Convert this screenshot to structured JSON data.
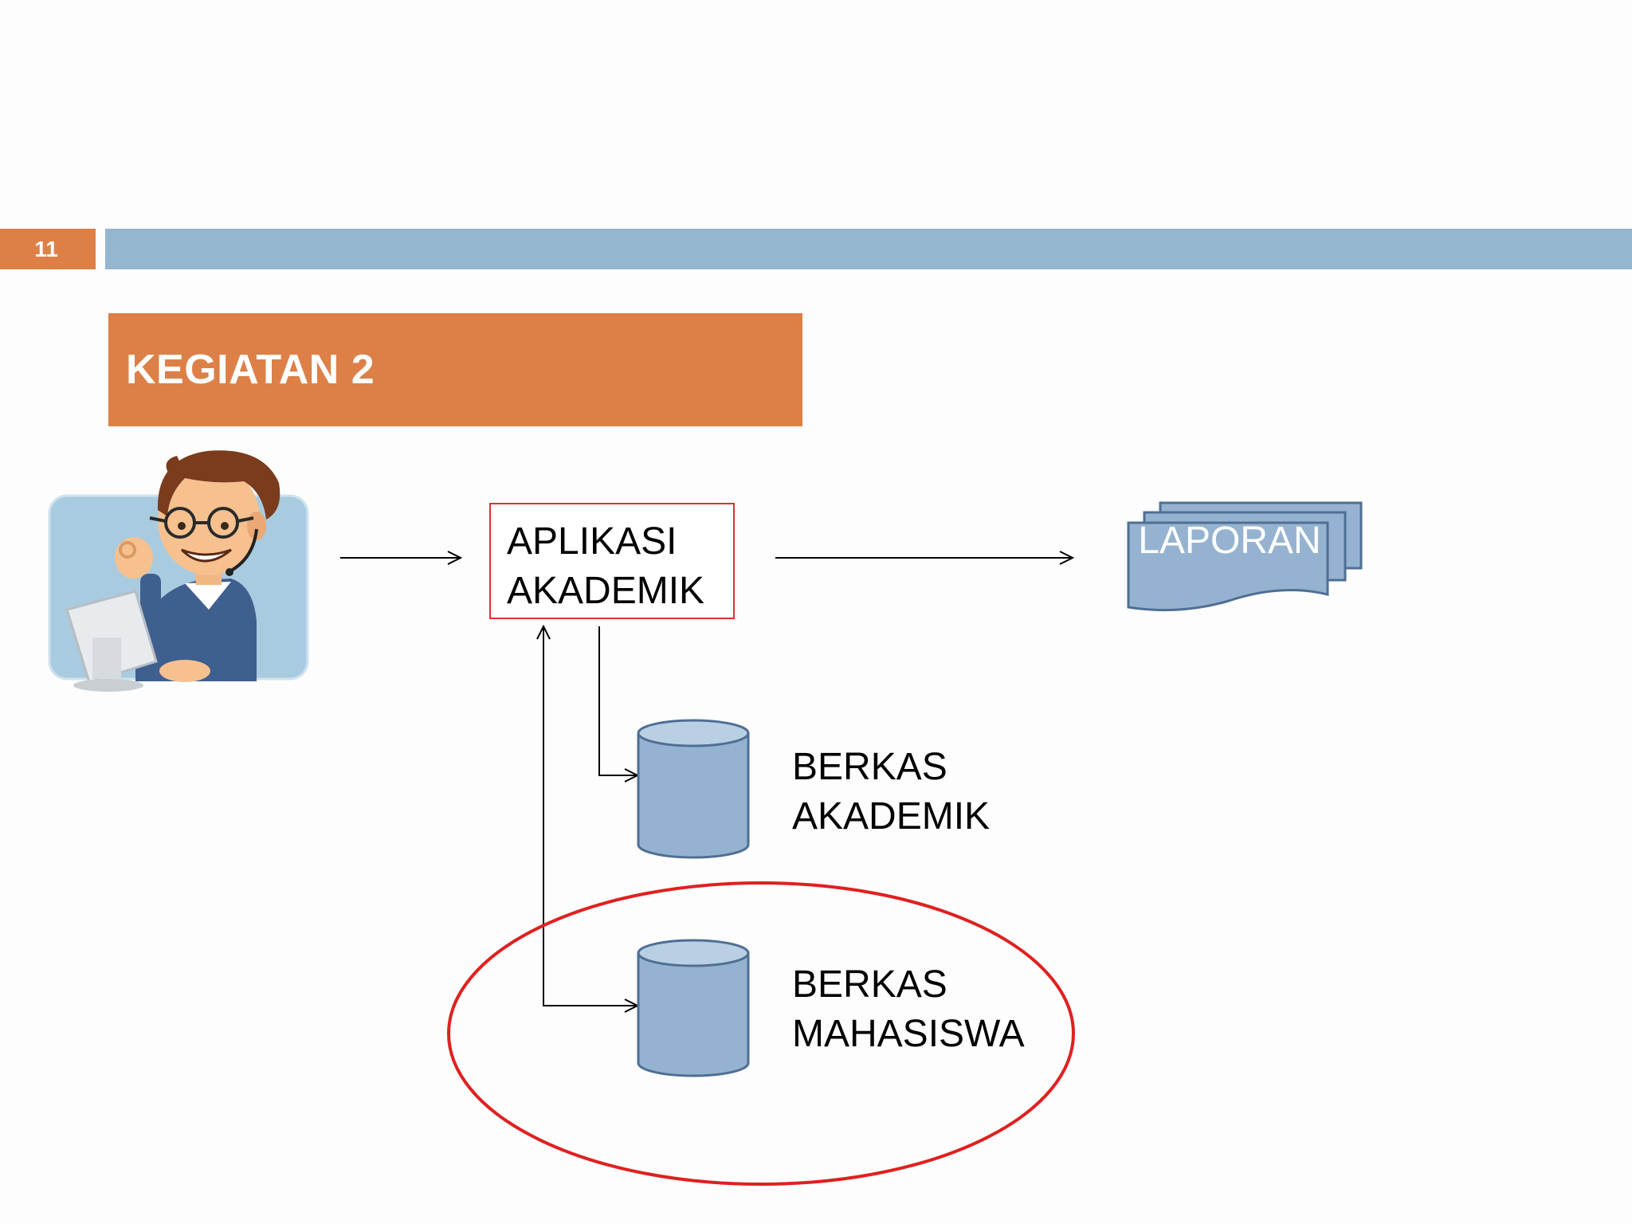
{
  "slide": {
    "number": "11",
    "title": "KEGIATAN 2"
  },
  "diagram": {
    "user": {
      "icon": "person-at-computer-icon"
    },
    "application": {
      "line1": "APLIKASI",
      "line2": "AKADEMIK"
    },
    "report": {
      "label": "LAPORAN",
      "icon": "multi-document-icon"
    },
    "stores": [
      {
        "line1": "BERKAS",
        "line2": "AKADEMIK",
        "icon": "database-icon"
      },
      {
        "line1": "BERKAS",
        "line2": "MAHASISWA",
        "icon": "database-icon",
        "highlighted": true
      }
    ]
  },
  "colors": {
    "accent_orange": "#dd8047",
    "bar_blue": "#95b6cf",
    "shape_blue": "#95b3d0",
    "highlight_red": "#e02020"
  }
}
